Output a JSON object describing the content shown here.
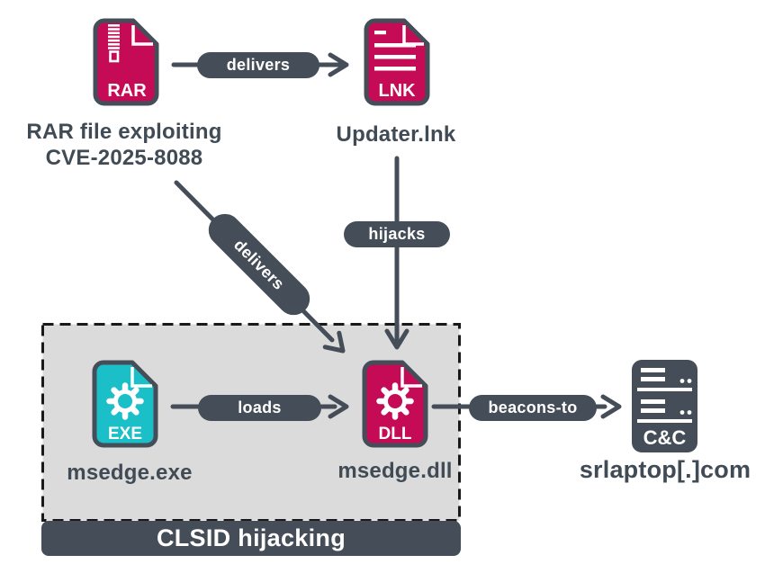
{
  "diagram": {
    "nodes": {
      "rar": {
        "badge": "RAR",
        "label_line1": "RAR file exploiting",
        "label_line2": "CVE-2025-8088"
      },
      "lnk": {
        "badge": "LNK",
        "label": "Updater.lnk"
      },
      "exe": {
        "badge": "EXE",
        "label": "msedge.exe"
      },
      "dll": {
        "badge": "DLL",
        "label": "msedge.dll"
      },
      "cnc": {
        "badge": "C&C",
        "label": "srlaptop[.]com"
      }
    },
    "edges": {
      "rar_to_lnk": {
        "label": "delivers"
      },
      "rar_to_dll": {
        "label": "delivers"
      },
      "lnk_to_dll": {
        "label": "hijacks"
      },
      "exe_to_dll": {
        "label": "loads"
      },
      "dll_to_cnc": {
        "label": "beacons-to"
      }
    },
    "group": {
      "label": "CLSID hijacking"
    },
    "colors": {
      "file_crimson": "#C50B55",
      "file_teal": "#1BBFC7",
      "slate": "#454E58",
      "label_text": "#414B55",
      "group_fill": "#DBDBDB",
      "group_border": "#191919",
      "background": "#FFFFFF"
    }
  }
}
